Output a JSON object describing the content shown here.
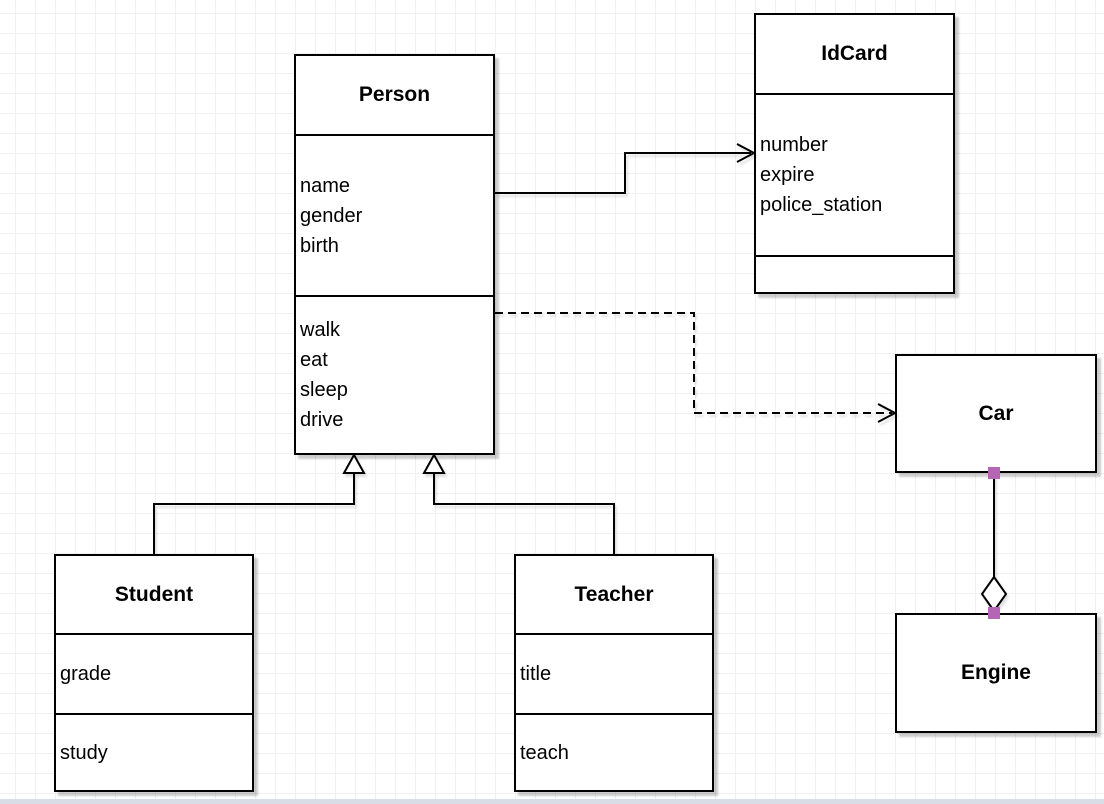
{
  "diagram": {
    "type": "uml-class-diagram",
    "classes": [
      {
        "title": "Person",
        "attributes": [
          "name",
          "gender",
          "birth"
        ],
        "methods": [
          "walk",
          "eat",
          "sleep",
          "drive"
        ]
      },
      {
        "title": "IdCard",
        "attributes": [
          "number",
          "expire",
          "police_station"
        ],
        "methods": []
      },
      {
        "title": "Car",
        "attributes": [],
        "methods": []
      },
      {
        "title": "Engine",
        "attributes": [],
        "methods": []
      },
      {
        "title": "Student",
        "attributes": [
          "grade"
        ],
        "methods": [
          "study"
        ]
      },
      {
        "title": "Teacher",
        "attributes": [
          "title"
        ],
        "methods": [
          "teach"
        ]
      }
    ],
    "relationships": [
      {
        "from": "Person",
        "to": "IdCard",
        "type": "association",
        "line": "solid",
        "arrow": "open"
      },
      {
        "from": "Person",
        "to": "Car",
        "type": "dependency",
        "line": "dashed",
        "arrow": "open"
      },
      {
        "from": "Student",
        "to": "Person",
        "type": "generalization",
        "line": "solid",
        "arrow": "hollow-triangle"
      },
      {
        "from": "Teacher",
        "to": "Person",
        "type": "generalization",
        "line": "solid",
        "arrow": "hollow-triangle"
      },
      {
        "from": "Car",
        "to": "Engine",
        "type": "aggregation",
        "line": "solid",
        "arrow": "hollow-diamond"
      }
    ],
    "colors": {
      "shape_fill": "#ffffff",
      "shape_stroke": "#000000",
      "endpoint_handle": "#b466b4",
      "grid_line": "#f0f0f0",
      "background": "#ffffff"
    }
  }
}
